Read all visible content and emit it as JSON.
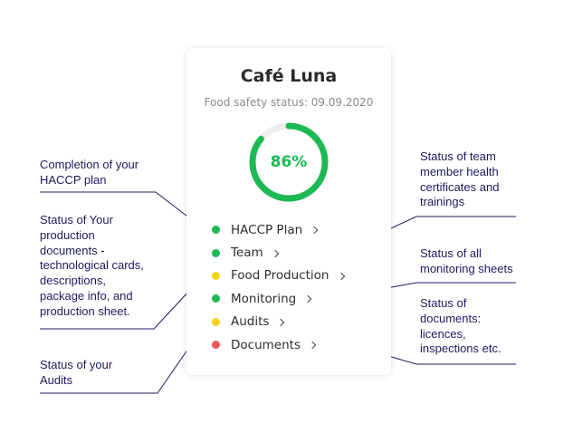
{
  "card": {
    "title": "Café Luna",
    "subtitle": "Food safety status: 09.09.2020",
    "progress_label": "86%",
    "progress": 0.86
  },
  "colors": {
    "green": "#1db954",
    "yellow": "#f7d11e",
    "red": "#ea5a5a",
    "ring_track": "#eeeeee",
    "annotation": "#1c1c5e"
  },
  "items": [
    {
      "label": "HACCP Plan",
      "status": "green"
    },
    {
      "label": "Team",
      "status": "green"
    },
    {
      "label": "Food Production",
      "status": "yellow"
    },
    {
      "label": "Monitoring",
      "status": "green"
    },
    {
      "label": "Audits",
      "status": "yellow"
    },
    {
      "label": "Documents",
      "status": "red"
    }
  ],
  "annotations": {
    "completion": "Completion of your\nHACCP plan",
    "production": "Status of Your\nproduction\ndocuments -\ntechnological cards,\ndescriptions,\npackage info, and\nproduction sheet.",
    "audits": "Status of your\nAudits",
    "team": "Status of team\nmember health\ncertificates and\ntrainings",
    "monitoring": "Status of all\nmonitoring sheets",
    "documents": "Status of\ndocuments:\nlicences,\ninspections etc."
  }
}
